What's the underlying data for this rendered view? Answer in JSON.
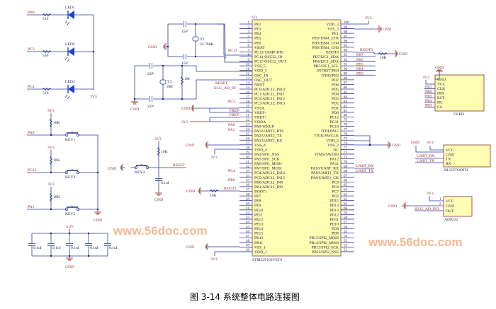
{
  "caption": "图 3-14  系统整体电路连接图",
  "watermarks": [
    "www.56doc.com",
    "www.56doc.com"
  ],
  "colors": {
    "wire": "#2f3a9a",
    "net_label": "#8a2a2a",
    "chip_fill": "#ffffb4",
    "led": "#1f3fd0",
    "watermark": "#f0a070"
  },
  "mcu": {
    "ref": "U1",
    "part": "STM32F103VET6",
    "left_pins": [
      {
        "num": "1",
        "name": "PE2"
      },
      {
        "num": "2",
        "name": "PE3"
      },
      {
        "num": "3",
        "name": "PE4"
      },
      {
        "num": "4",
        "name": "PE5"
      },
      {
        "num": "5",
        "name": "PE6"
      },
      {
        "num": "6",
        "name": "VBAT"
      },
      {
        "num": "7",
        "name": "PC13-TAMP-RTC"
      },
      {
        "num": "8",
        "name": "PC14-OSC32_IN"
      },
      {
        "num": "9",
        "name": "PC15-OSC32_OUT"
      },
      {
        "num": "10",
        "name": "VSS_5"
      },
      {
        "num": "11",
        "name": "VDD_5"
      },
      {
        "num": "12",
        "name": "OSC_IN"
      },
      {
        "num": "13",
        "name": "OSC_OUT"
      },
      {
        "num": "14",
        "name": "NRST"
      },
      {
        "num": "15",
        "name": "PC0/ADC12_IN10"
      },
      {
        "num": "16",
        "name": "PC1/ADC12_IN11"
      },
      {
        "num": "17",
        "name": "PC2/ADC12_IN12"
      },
      {
        "num": "18",
        "name": "PC3/ADC12_IN13"
      },
      {
        "num": "19",
        "name": "VSSA"
      },
      {
        "num": "20",
        "name": "VREF-"
      },
      {
        "num": "21",
        "name": "VREF+"
      },
      {
        "num": "22",
        "name": "VDDA"
      },
      {
        "num": "23",
        "name": "PA0-WKUP"
      },
      {
        "num": "24",
        "name": "PA1/UART2_RTS"
      },
      {
        "num": "25",
        "name": "PA2/UART2_TX"
      },
      {
        "num": "26",
        "name": "PA3/UART2_RX"
      },
      {
        "num": "27",
        "name": "VSS_4"
      },
      {
        "num": "28",
        "name": "VDD_4"
      },
      {
        "num": "29",
        "name": "PA4/SPI1_NSS"
      },
      {
        "num": "30",
        "name": "PA5/SPI1_SCK"
      },
      {
        "num": "31",
        "name": "PA6/SPI1_MISO"
      },
      {
        "num": "32",
        "name": "PA7/SPI1_MOSI"
      },
      {
        "num": "33",
        "name": "PC4/ADC12_IN14"
      },
      {
        "num": "34",
        "name": "PC5/ADC12_IN15"
      },
      {
        "num": "35",
        "name": "PB0/ADC12_IN8"
      },
      {
        "num": "36",
        "name": "PB1/ADC12_IN9"
      },
      {
        "num": "37",
        "name": "BOOT1"
      },
      {
        "num": "38",
        "name": "PE7"
      },
      {
        "num": "39",
        "name": "PE8"
      },
      {
        "num": "40",
        "name": "PE9"
      },
      {
        "num": "41",
        "name": "PE10"
      },
      {
        "num": "42",
        "name": "PE11"
      },
      {
        "num": "43",
        "name": "PE12"
      },
      {
        "num": "44",
        "name": "PE13"
      },
      {
        "num": "45",
        "name": "PE14"
      },
      {
        "num": "46",
        "name": "PE15"
      },
      {
        "num": "47",
        "name": "PB10"
      },
      {
        "num": "48",
        "name": "PB11"
      },
      {
        "num": "49",
        "name": "VSS_1"
      },
      {
        "num": "50",
        "name": "VDD_1"
      }
    ],
    "right_pins": [
      {
        "num": "100",
        "name": "VDD_3"
      },
      {
        "num": "99",
        "name": "VSS_3"
      },
      {
        "num": "98",
        "name": "PE1"
      },
      {
        "num": "97",
        "name": "PE0/TIM4_ETR"
      },
      {
        "num": "96",
        "name": "PB9/TIM4_CH4"
      },
      {
        "num": "95",
        "name": "PB8/TIM4_CH3"
      },
      {
        "num": "94",
        "name": "BOOT0"
      },
      {
        "num": "93",
        "name": "PB7/I2C1_SDA"
      },
      {
        "num": "92",
        "name": "PB6/I2C1_SDA"
      },
      {
        "num": "91",
        "name": "PB5/I2C1_SCL"
      },
      {
        "num": "90",
        "name": "JNTRST/PB4"
      },
      {
        "num": "89",
        "name": "JTDO/PB3"
      },
      {
        "num": "88",
        "name": "PD7"
      },
      {
        "num": "87",
        "name": "PD6"
      },
      {
        "num": "86",
        "name": "PD5"
      },
      {
        "num": "85",
        "name": "PD4"
      },
      {
        "num": "84",
        "name": "PD3"
      },
      {
        "num": "83",
        "name": "PD2"
      },
      {
        "num": "82",
        "name": "PD1"
      },
      {
        "num": "81",
        "name": "PD0"
      },
      {
        "num": "80",
        "name": "PC12"
      },
      {
        "num": "79",
        "name": "PC11"
      },
      {
        "num": "78",
        "name": "PC10"
      },
      {
        "num": "77",
        "name": "JTDI/PA15"
      },
      {
        "num": "76",
        "name": "JTCK/SWCLK"
      },
      {
        "num": "75",
        "name": "VDD_2"
      },
      {
        "num": "74",
        "name": "VSS_2"
      },
      {
        "num": "73",
        "name": "NC"
      },
      {
        "num": "72",
        "name": "JTMS/SWDIO"
      },
      {
        "num": "71",
        "name": "PA12"
      },
      {
        "num": "70",
        "name": "PA11"
      },
      {
        "num": "69",
        "name": "PA10/UART_RX"
      },
      {
        "num": "68",
        "name": "PA9/UART1_TX"
      },
      {
        "num": "67",
        "name": "PA8/UART1_CK"
      },
      {
        "num": "66",
        "name": "PC9"
      },
      {
        "num": "65",
        "name": "PC8"
      },
      {
        "num": "64",
        "name": "PC7"
      },
      {
        "num": "63",
        "name": "PC6"
      },
      {
        "num": "62",
        "name": "PD15"
      },
      {
        "num": "61",
        "name": "PD14"
      },
      {
        "num": "60",
        "name": "PD13"
      },
      {
        "num": "59",
        "name": "PD12"
      },
      {
        "num": "58",
        "name": "PD11"
      },
      {
        "num": "57",
        "name": "PD10"
      },
      {
        "num": "56",
        "name": "PD9"
      },
      {
        "num": "55",
        "name": "PD8"
      },
      {
        "num": "54",
        "name": "PB15/SPI2_MOSI"
      },
      {
        "num": "53",
        "name": "PB14/SPI2_MISO"
      },
      {
        "num": "52",
        "name": "PB13/SPI2_SCK"
      },
      {
        "num": "51",
        "name": "PB12/SPI2_NSS"
      }
    ]
  },
  "leds": [
    {
      "net": "PB0",
      "res": "510",
      "ref": "LED1"
    },
    {
      "net": "PC3",
      "res": "510",
      "ref": "LED2"
    },
    {
      "net": "PC4",
      "res": "510",
      "ref": "LED3"
    }
  ],
  "led_supply": "3V3",
  "keys": [
    {
      "net": "PA0",
      "supply": "3V3",
      "res": "10K",
      "ref": "KEY1"
    },
    {
      "net": "PC13",
      "supply": "3V3",
      "res": "10K",
      "ref": "KEY2"
    },
    {
      "net": "PA1",
      "supply": "3V3",
      "res": "10K",
      "ref": "KEY3"
    }
  ],
  "keys_gnd": "GND",
  "decoupling": {
    "supply": "3.3V",
    "values": [
      "0.1uf",
      "0.1uf",
      "0.1uf",
      "0.1uf",
      "0.1uf"
    ],
    "gnd": "GND"
  },
  "reset": {
    "gnd": "GND",
    "key": "KEY4",
    "supply": "3V3",
    "res": "10K",
    "cap": "0.1uf",
    "cap_gnd": "GND",
    "net": "RESET"
  },
  "rtc_crystal": {
    "cap_top": "15P",
    "cap_bottom": "15P",
    "ref": "Y1",
    "freq": "32.768K",
    "gnd": "GND"
  },
  "main_crystal": {
    "cap_top": "22P",
    "cap_bottom": "22P",
    "ref": "Y2",
    "freq": "8M",
    "res": "1M",
    "gnd": "GND"
  },
  "left_nets": {
    "pc13": "PC13",
    "reset": "RESET",
    "ecg": "ECG_AD_IN",
    "pc3": "PC3",
    "gnd_vref": "GND",
    "vref_minus": "VREF-",
    "vref_plus": "VREF+",
    "v3v3": "3V3",
    "pa0": "PA0",
    "pa1": "PA1",
    "gnd_27": "GND",
    "v3v3_28": "3V3",
    "pc4": "PC4",
    "pb0": "PB0",
    "boot1": "BOOT1",
    "gnd_boot1": "GND",
    "boot1_res": "10K",
    "gnd_49": "GND",
    "v3v3_50": "3V3"
  },
  "right_nets": {
    "v3v3": "3V3",
    "gnd_99": "GND",
    "boot0": "BOOT0",
    "boot0_res": "10K",
    "gnd_boot0": "GND",
    "pb": [
      "PB7",
      "PB6",
      "PB5",
      "PB4",
      "PB3"
    ],
    "gnd_73": "GND",
    "uart_rx": "UART_RX",
    "uart_tx": "UART_TX"
  },
  "oled": {
    "name": "OLED",
    "pins": [
      "GND",
      "VCC",
      "CLK",
      "DIN",
      "RST",
      "DC",
      "CS"
    ],
    "nets": [
      "PB7",
      "PB6",
      "PB5",
      "PB4",
      "PB3"
    ],
    "supply": "3V3",
    "gnd": "GND"
  },
  "bluetooth": {
    "name": "BLUETOOTH",
    "pins": [
      "VCC",
      "GND",
      "TX",
      "RX"
    ],
    "nets": [
      "UART_RX",
      "UART_TX"
    ],
    "supply": "3V3",
    "gnd": "GND"
  },
  "ad8232": {
    "name": "AD8232",
    "pins": [
      "VCC",
      "GND",
      "OUT"
    ],
    "pin_nums": [
      "1",
      "2"
    ],
    "supply": "3V3",
    "gnd": "GND",
    "net": "ECG_AD_IN3"
  }
}
